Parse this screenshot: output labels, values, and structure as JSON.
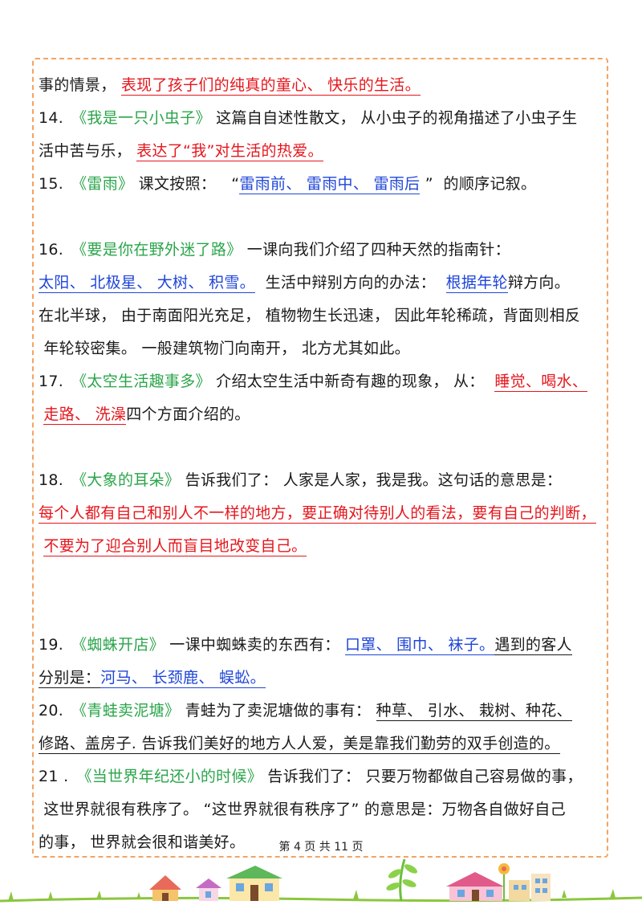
{
  "content": {
    "l1": {
      "t1": "事的情景，",
      "t2": "表现了孩子们的纯真的童心、 快乐的生活。"
    },
    "l2": {
      "num": "14.",
      "book": "《我是一只小虫子》",
      "t1": "这篇自自述性散文， 从小虫子的视角描述了小虫子生"
    },
    "l3": {
      "t1": "活中苦与乐，",
      "t2": "表达了“我”对生活的热爱。"
    },
    "l4": {
      "num": "15.",
      "book": "《雷雨》",
      "t1": "课文按照：",
      "q1": "“",
      "t2": "雷雨前、 雷雨中、 雷雨后",
      "q2": "”",
      "t3": "的顺序记叙。"
    },
    "l5": {
      "num": "16.",
      "book": "《要是你在野外迷了路》",
      "t1": "一课向我们介绍了四种天然的指南针："
    },
    "l6": {
      "t1": "太阳、 北极星、 大树、 积雪。",
      "t2": "生活中辩别方向的办法：",
      "t3": "根据年轮",
      "t4": "辩方向。"
    },
    "l7": {
      "t1": "在北半球， 由于南面阳光充足， 植物物生长迅速， 因此年轮稀疏，背面则相反"
    },
    "l8": {
      "t1": "年轮较密集。 一般建筑物门向南开， 北方尤其如此。"
    },
    "l9": {
      "num": "17.",
      "book": "《太空生活趣事多》",
      "t1": "介绍太空生活中新奇有趣的现象， 从：",
      "t2": "睡觉、喝水、"
    },
    "l10": {
      "t1": "走路、 洗澡",
      "t2": "四个方面介绍的。"
    },
    "l11": {
      "num": "18.",
      "book": "《大象的耳朵》",
      "t1": "告诉我们了： 人家是人家，我是我。这句话的意思是："
    },
    "l12": {
      "t1": "每个人都有自己和别人不一样的地方，要正确对待别人的看法，要有自己的判断，"
    },
    "l13": {
      "t1": "不要为了迎合别人而盲目地改变自己。"
    },
    "l14": {
      "num": "19.",
      "book": "《蜘蛛开店》",
      "t1": "一课中蜘蛛卖的东西有：",
      "t2": "口罩、 围巾、 袜子。",
      "t3": "遇到的客人"
    },
    "l15": {
      "t1": "分别是：",
      "t2": "河马、 长颈鹿、 蜈蚣。"
    },
    "l16": {
      "num": "20.",
      "book": "《青蛙卖泥塘》",
      "t1": "青蛙为了卖泥塘做的事有：",
      "t2": "种草、 引水、 栽树、种花、"
    },
    "l17": {
      "t1": "修路、盖房子. 告诉我们美好的地方人人爱，美是靠我们勤劳的双手创造的。"
    },
    "l18": {
      "num": "21 .",
      "book": "《当世界年纪还小的时候》",
      "t1": "告诉我们了： 只要万物都做自己容易做的事，"
    },
    "l19": {
      "t1": "这世界就很有秩序了。 “这世界就很有秩序了” 的意思是：万物各自做好自己"
    },
    "l20": {
      "t1": "的事， 世界就会很和谐美好。"
    }
  },
  "footer": {
    "page_label": "第 4 页 共 11 页"
  },
  "colors": {
    "book_title": "#2aa54a",
    "answer_red": "#e5161c",
    "answer_blue": "#1f45d8",
    "frame": "#f3a463"
  }
}
